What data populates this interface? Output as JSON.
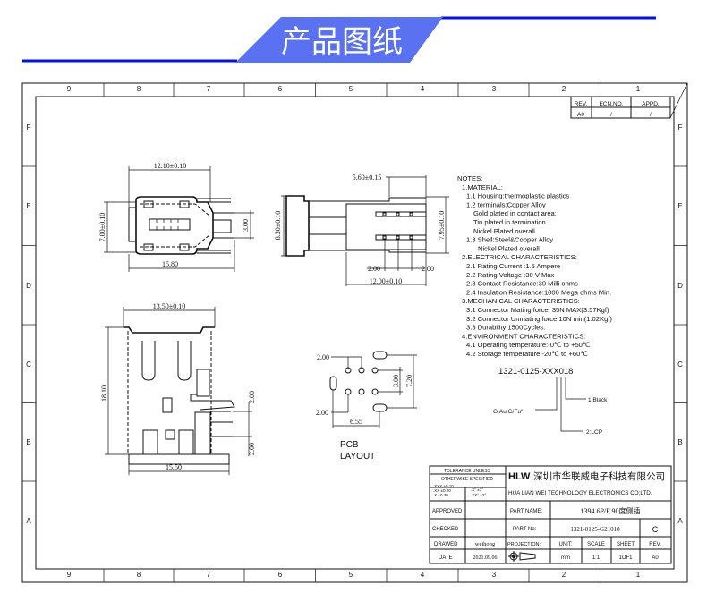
{
  "banner": {
    "title": "产品图纸",
    "fill_color": "#5a72f2",
    "line_color": "#0010f5"
  },
  "frame": {
    "columns": [
      "9",
      "8",
      "7",
      "6",
      "5",
      "4",
      "3",
      "2",
      "1"
    ],
    "rows": [
      "F",
      "E",
      "D",
      "C",
      "B",
      "A"
    ]
  },
  "revision_block": {
    "headers": [
      "REV.",
      "ECN.NO.",
      "APPD."
    ],
    "values": [
      "A0",
      "/",
      "/"
    ]
  },
  "views": {
    "top_view": {
      "dims": [
        "12.10±0.10",
        "7.00±0.10",
        "3.00",
        "15.80"
      ]
    },
    "side_view": {
      "dims": [
        "5.60±0.15",
        "8.30±0.10",
        "7.95±0.10",
        "2.00",
        "2.00",
        "12.00±0.10"
      ]
    },
    "front_view": {
      "dims": [
        "13.50±0.10",
        "18.10",
        "2.00",
        "2.00",
        "15.50"
      ]
    },
    "pcb_layout": {
      "dims": [
        "2.00",
        "2.00",
        "3.00",
        "7.20",
        "6.55"
      ],
      "label_line1": "PCB",
      "label_line2": "LAYOUT"
    }
  },
  "notes": {
    "lines": [
      "NOTES:",
      "1.MATERIAL:",
      "1.1  Housing:thermoplastic plastics",
      "1.2  terminals:Copper Alloy",
      "Gold plated in contact area:",
      "Tin plated in termination",
      "Nickel Plated overall",
      "1.3  Shell:Steel&Copper Alloy",
      "Nickel Plated overall",
      "2.ELECTRICAL CHARACTERISTICS:",
      "2.1  Rating Current :1.5 Ampere",
      "2.2  Rating Voltage :30 V Max",
      "2.3  Contact Resistance:30 Milli ohms",
      "2.4  Insulation Resistance:1000 Mega ohms Min.",
      "3.MECHANICAL CHARACTERISTICS:",
      "3.1  Connector Mating force: 35N MAX(3.57Kgf)",
      "3.2  Connector Unmating force:10N min(1.02Kgf)",
      "3.3  Durability:1500Cycles.",
      "4.ENVIRONMENT CHARACTERISTICS:",
      "4.1  Operating temperature:-0℃ to +50℃",
      "4.2  Storage temperature:-20℃ to +60℃"
    ]
  },
  "part_code": {
    "code": "1321-0125-XXX018",
    "legend": [
      "1:Black",
      "G:Au G/Fu\"",
      "2:LCP"
    ]
  },
  "title_block": {
    "tolerance_title1": "TOLERANCE UNLESS",
    "tolerance_title2": "OTHERWISE SPECIFIED",
    "tol_lin": [
      ".XXX ±0.10",
      ".XX  ±0.20",
      ".X   ±0.30"
    ],
    "tol_ang": [
      ".X°  ±3°",
      ".XX° ±2°"
    ],
    "logo": "HLW",
    "company_cn": "深圳市华联威电子科技有限公司",
    "company_en": "HUA LIAN WEI TECHNOLOGY ELECTRONICS CO;LTD.",
    "approved_label": "APPROVED",
    "checked_label": "CHECKED",
    "drawed_label": "DRAWED",
    "drawed_value": "weihong",
    "date_label": "DATE",
    "date_value": "2021.09.06",
    "part_name_label": "PART NAME:",
    "part_name_value": "1394 6P/F 90度侧插",
    "part_no_label": "PART No:",
    "part_no_value": "1321-0125-G21018",
    "size": "C",
    "projection_label": "PROJECTION:",
    "unit_label": "UNIT:",
    "unit_value": "mm",
    "scale_label": "SCALE",
    "scale_value": "1:1",
    "sheet_label": "SHEET",
    "sheet_value": "1OF1",
    "rev_label": "REV.",
    "rev_value": "A0"
  }
}
